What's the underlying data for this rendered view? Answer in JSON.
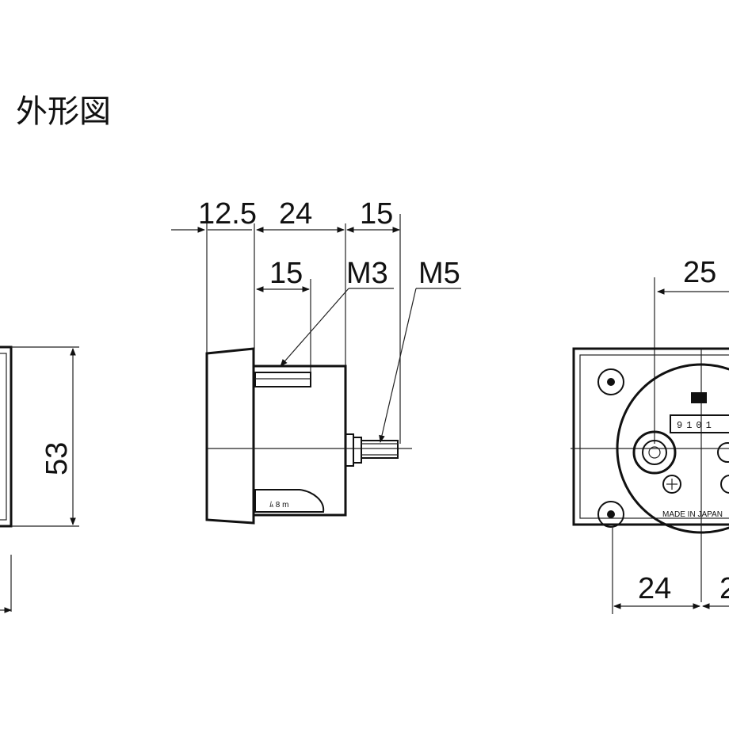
{
  "title": "外形図",
  "dimensions": {
    "d_12_5": "12.5",
    "d_24_top": "24",
    "d_15_top": "15",
    "d_15_inner": "15",
    "d_53": "53",
    "d_25": "25",
    "d_24_bottom": "24",
    "d_24_bottom_partial": "2"
  },
  "thread_labels": {
    "m3": "M3",
    "m5": "M5"
  },
  "nameplate": {
    "serial": "9101",
    "made_in": "MADE IN JAPAN"
  }
}
